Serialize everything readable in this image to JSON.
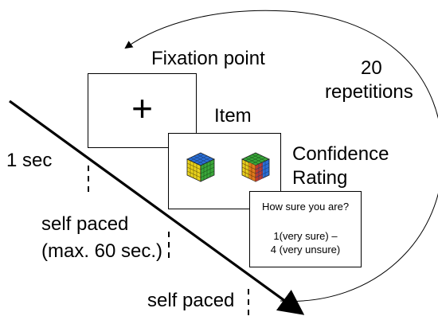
{
  "labels": {
    "fixation": "Fixation point",
    "fixation_symbol": "+",
    "item": "Item",
    "confidence_line1": "Confidence",
    "confidence_line2": "Rating",
    "repetitions_count": "20",
    "repetitions_word": "repetitions",
    "duration_fixation": "1 sec",
    "duration_item_line1": "self paced",
    "duration_item_line2": "(max. 60 sec.)",
    "duration_rating": "self paced"
  },
  "rating_screen": {
    "question": "How sure you are?",
    "scale_line1": "1(very sure) –",
    "scale_line2": "4 (very unsure)"
  },
  "colors": {
    "line": "#000000",
    "cube_blue": "#2a6fd6",
    "cube_green": "#3aa63a",
    "cube_yellow": "#e8d21c",
    "cube_orange": "#e07a1c",
    "cube_red": "#c0392b"
  },
  "icons": [
    "rubiks-cube-icon",
    "rubiks-cube-variant-icon"
  ]
}
